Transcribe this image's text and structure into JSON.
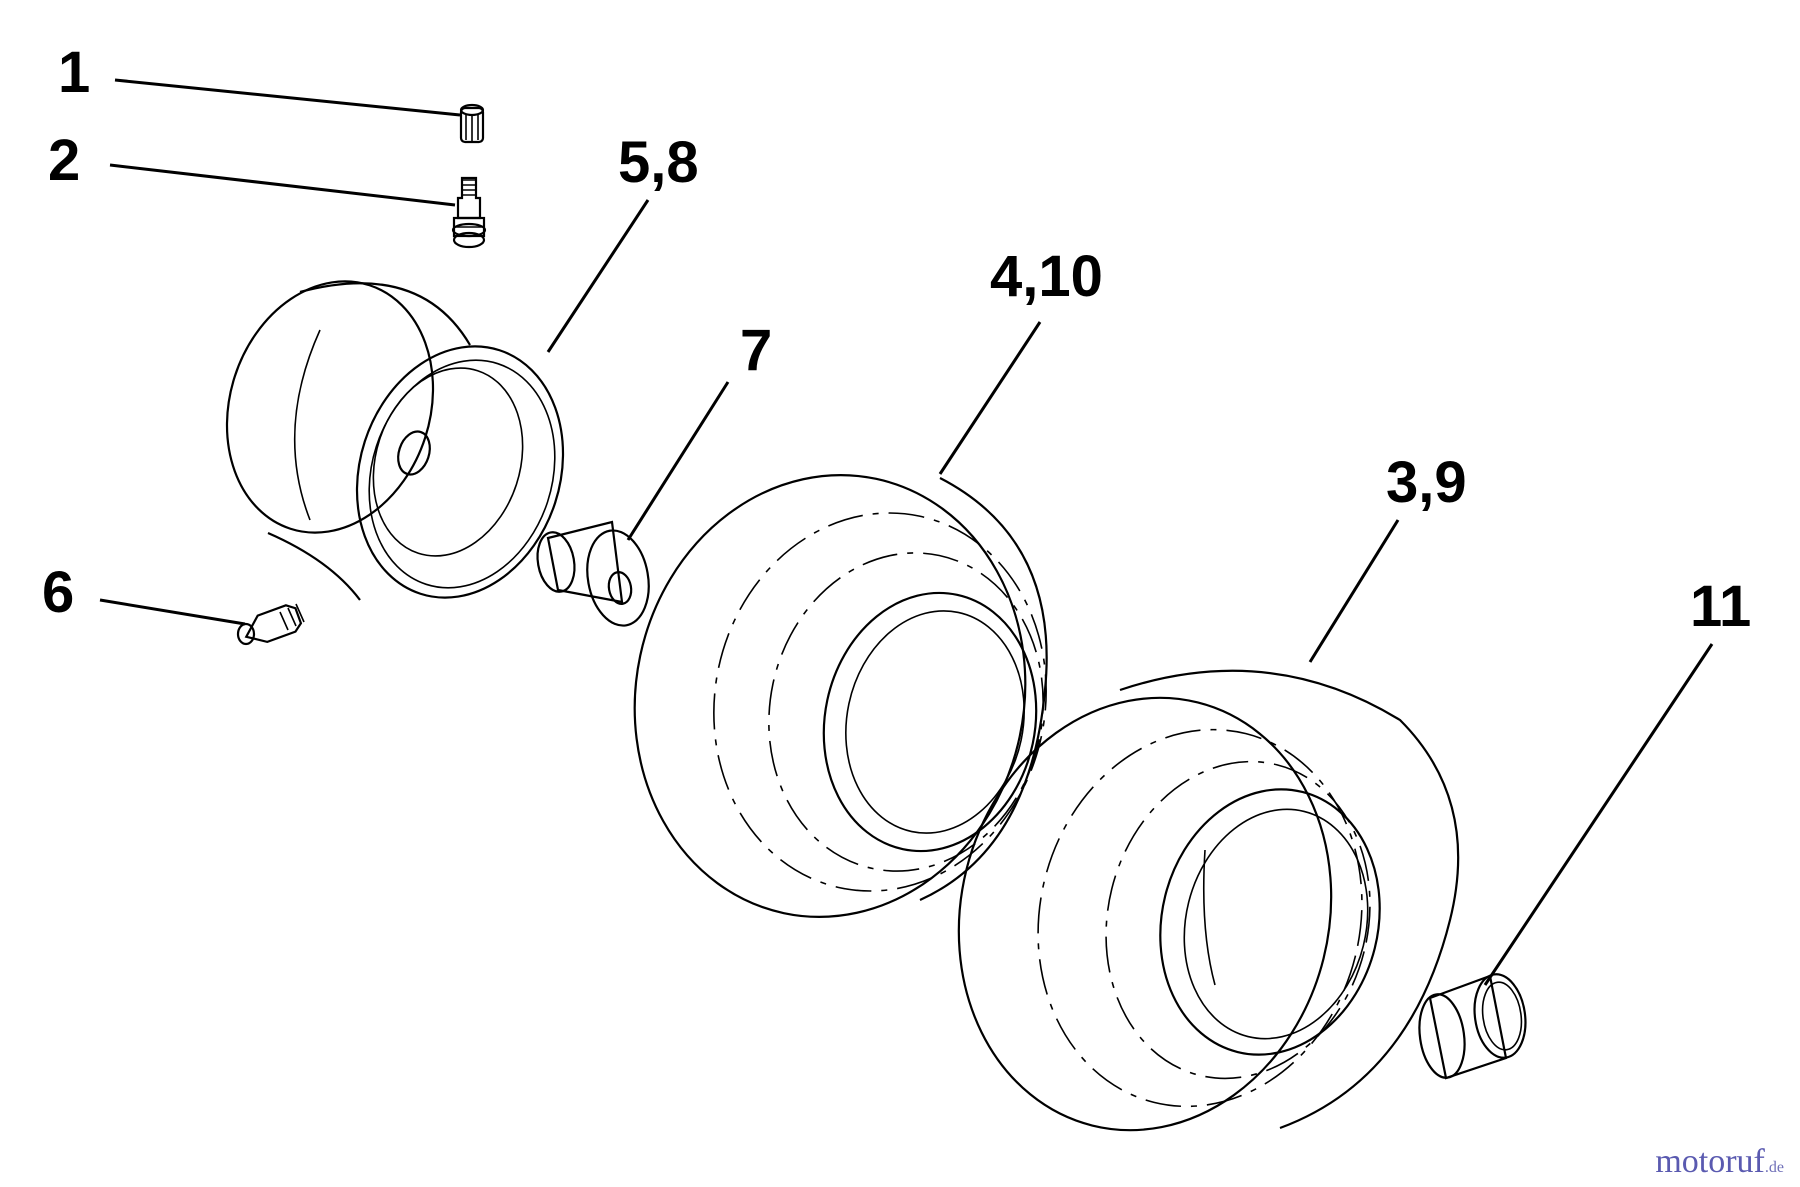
{
  "callouts": {
    "c1": "1",
    "c2": "2",
    "c58": "5,8",
    "c410": "4,10",
    "c7": "7",
    "c39": "3,9",
    "c6": "6",
    "c11": "11"
  },
  "watermark": {
    "text": "motoruf",
    "suffix": ".de"
  }
}
